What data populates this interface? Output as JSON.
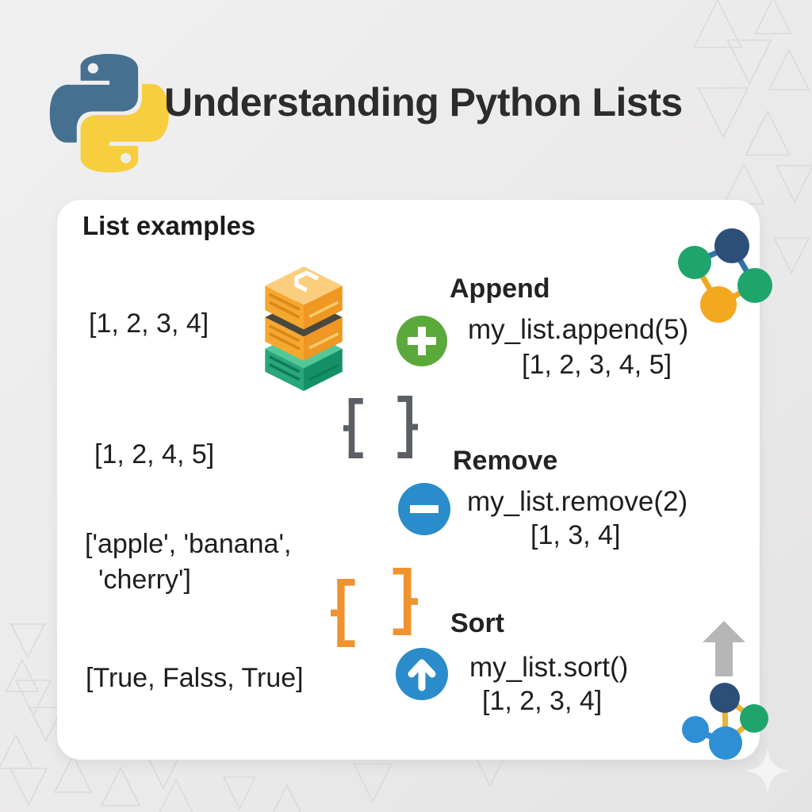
{
  "header": {
    "title": "Understanding Python Lists"
  },
  "card": {
    "heading": "List examples",
    "examples": [
      {
        "value": "[1, 2, 3, 4]"
      },
      {
        "value": "[1, 2, 4, 5]"
      },
      {
        "line1": "['apple', 'banana',",
        "line2": "'cherry']"
      },
      {
        "value": "[True, Falss, True]"
      }
    ],
    "operations": [
      {
        "label": "Append",
        "icon": "plus-icon",
        "code": "my_list.append(5)",
        "result": "[1, 2, 3, 4, 5]"
      },
      {
        "label": "Remove",
        "icon": "minus-icon",
        "code": "my_list.remove(2)",
        "result": "[1, 3, 4]"
      },
      {
        "label": "Sort",
        "icon": "arrow-up-icon",
        "code": "my_list.sort()",
        "result": "[1, 2, 3, 4]"
      }
    ]
  },
  "icons": {
    "logo": "python-logo",
    "left_column": [
      "stacked-boxes-icon",
      "curly-braces-icon-gray",
      "curly-braces-icon-orange"
    ],
    "decorations": [
      "network-nodes-icon-top-right",
      "network-nodes-icon-bottom-right",
      "arrow-up-icon-gray",
      "sparkle-icon",
      "triangle-pattern"
    ]
  },
  "colors": {
    "background": "#ECEBEB",
    "card": "#FFFFFF",
    "title_text": "#2D2C2B",
    "body_text": "#1E1E1E",
    "append_green": "#5BA83B",
    "action_blue": "#2A8CCB",
    "brace_gray": "#5A5F66",
    "brace_orange": "#F0922E",
    "python_blue": "#45708F",
    "python_yellow": "#F7CE3E",
    "node_navy": "#2C4F79",
    "node_green": "#1FA56B",
    "node_yellow": "#F2A81F",
    "node_blue": "#2E8FD4",
    "box_amber": "#F5A830",
    "box_amber_dark": "#EE9722",
    "box_top_light": "#FBCE7E",
    "box_green": "#2AA77B",
    "box_green_dark": "#149066",
    "box_band_dark": "#4A473E",
    "arrow_gray": "#B6B6B6"
  }
}
